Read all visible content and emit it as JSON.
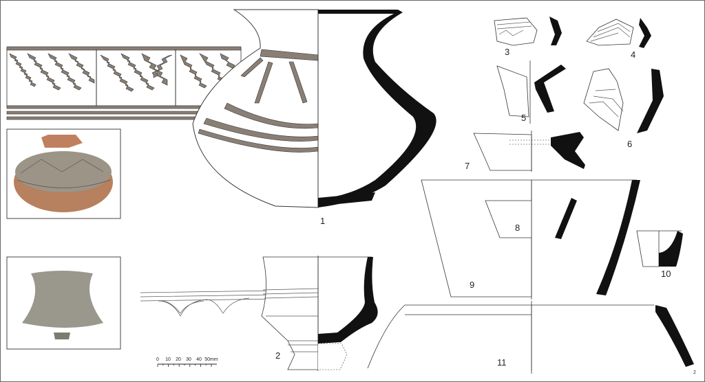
{
  "figure": {
    "labels": {
      "n1": "1",
      "n2": "2",
      "n3": "3",
      "n4": "4",
      "n5": "5",
      "n6": "6",
      "n7": "7",
      "n8": "8",
      "n9": "9",
      "n10": "10",
      "n11": "11",
      "n2b": "2"
    },
    "scale_bar": {
      "ticks": [
        "0",
        "10",
        "20",
        "30",
        "40",
        "50mm"
      ]
    },
    "colors": {
      "ink": "#111111",
      "paint": "#8a7f75",
      "frame": "#444444"
    }
  }
}
